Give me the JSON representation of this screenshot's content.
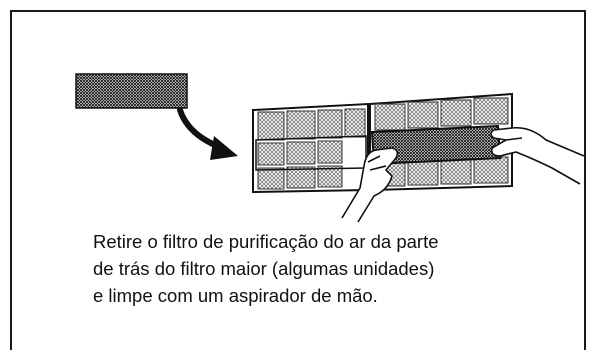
{
  "instruction": {
    "lines": [
      "Retire o filtro de purificação do ar da parte",
      "de trás do filtro maior (algumas unidades)",
      "e limpe com um aspirador de mão."
    ]
  },
  "illustration": {
    "icons": [
      "small-air-purifying-filter-icon",
      "curved-arrow-icon",
      "main-filter-panels-icon",
      "hands-icon"
    ]
  }
}
